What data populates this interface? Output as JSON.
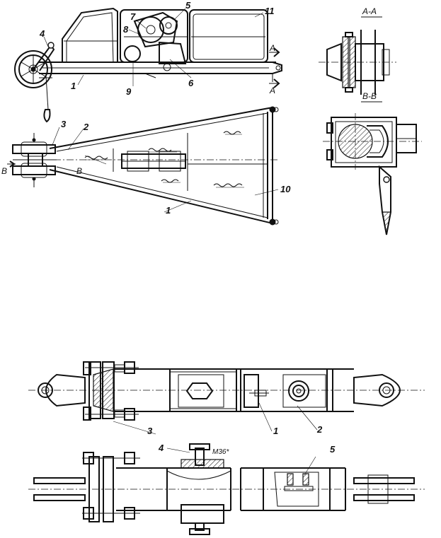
{
  "labels": {
    "top_view": [
      "1",
      "4",
      "5",
      "6",
      "7",
      "8",
      "9",
      "11"
    ],
    "plan_view": [
      "1",
      "2",
      "3",
      "10"
    ],
    "bottom_part": [
      "1",
      "2",
      "3",
      "4",
      "5"
    ],
    "section_aa": "А-А",
    "section_bb": "В-В",
    "cut_a": "А",
    "cut_b": "В",
    "thread_note": "М36*"
  }
}
